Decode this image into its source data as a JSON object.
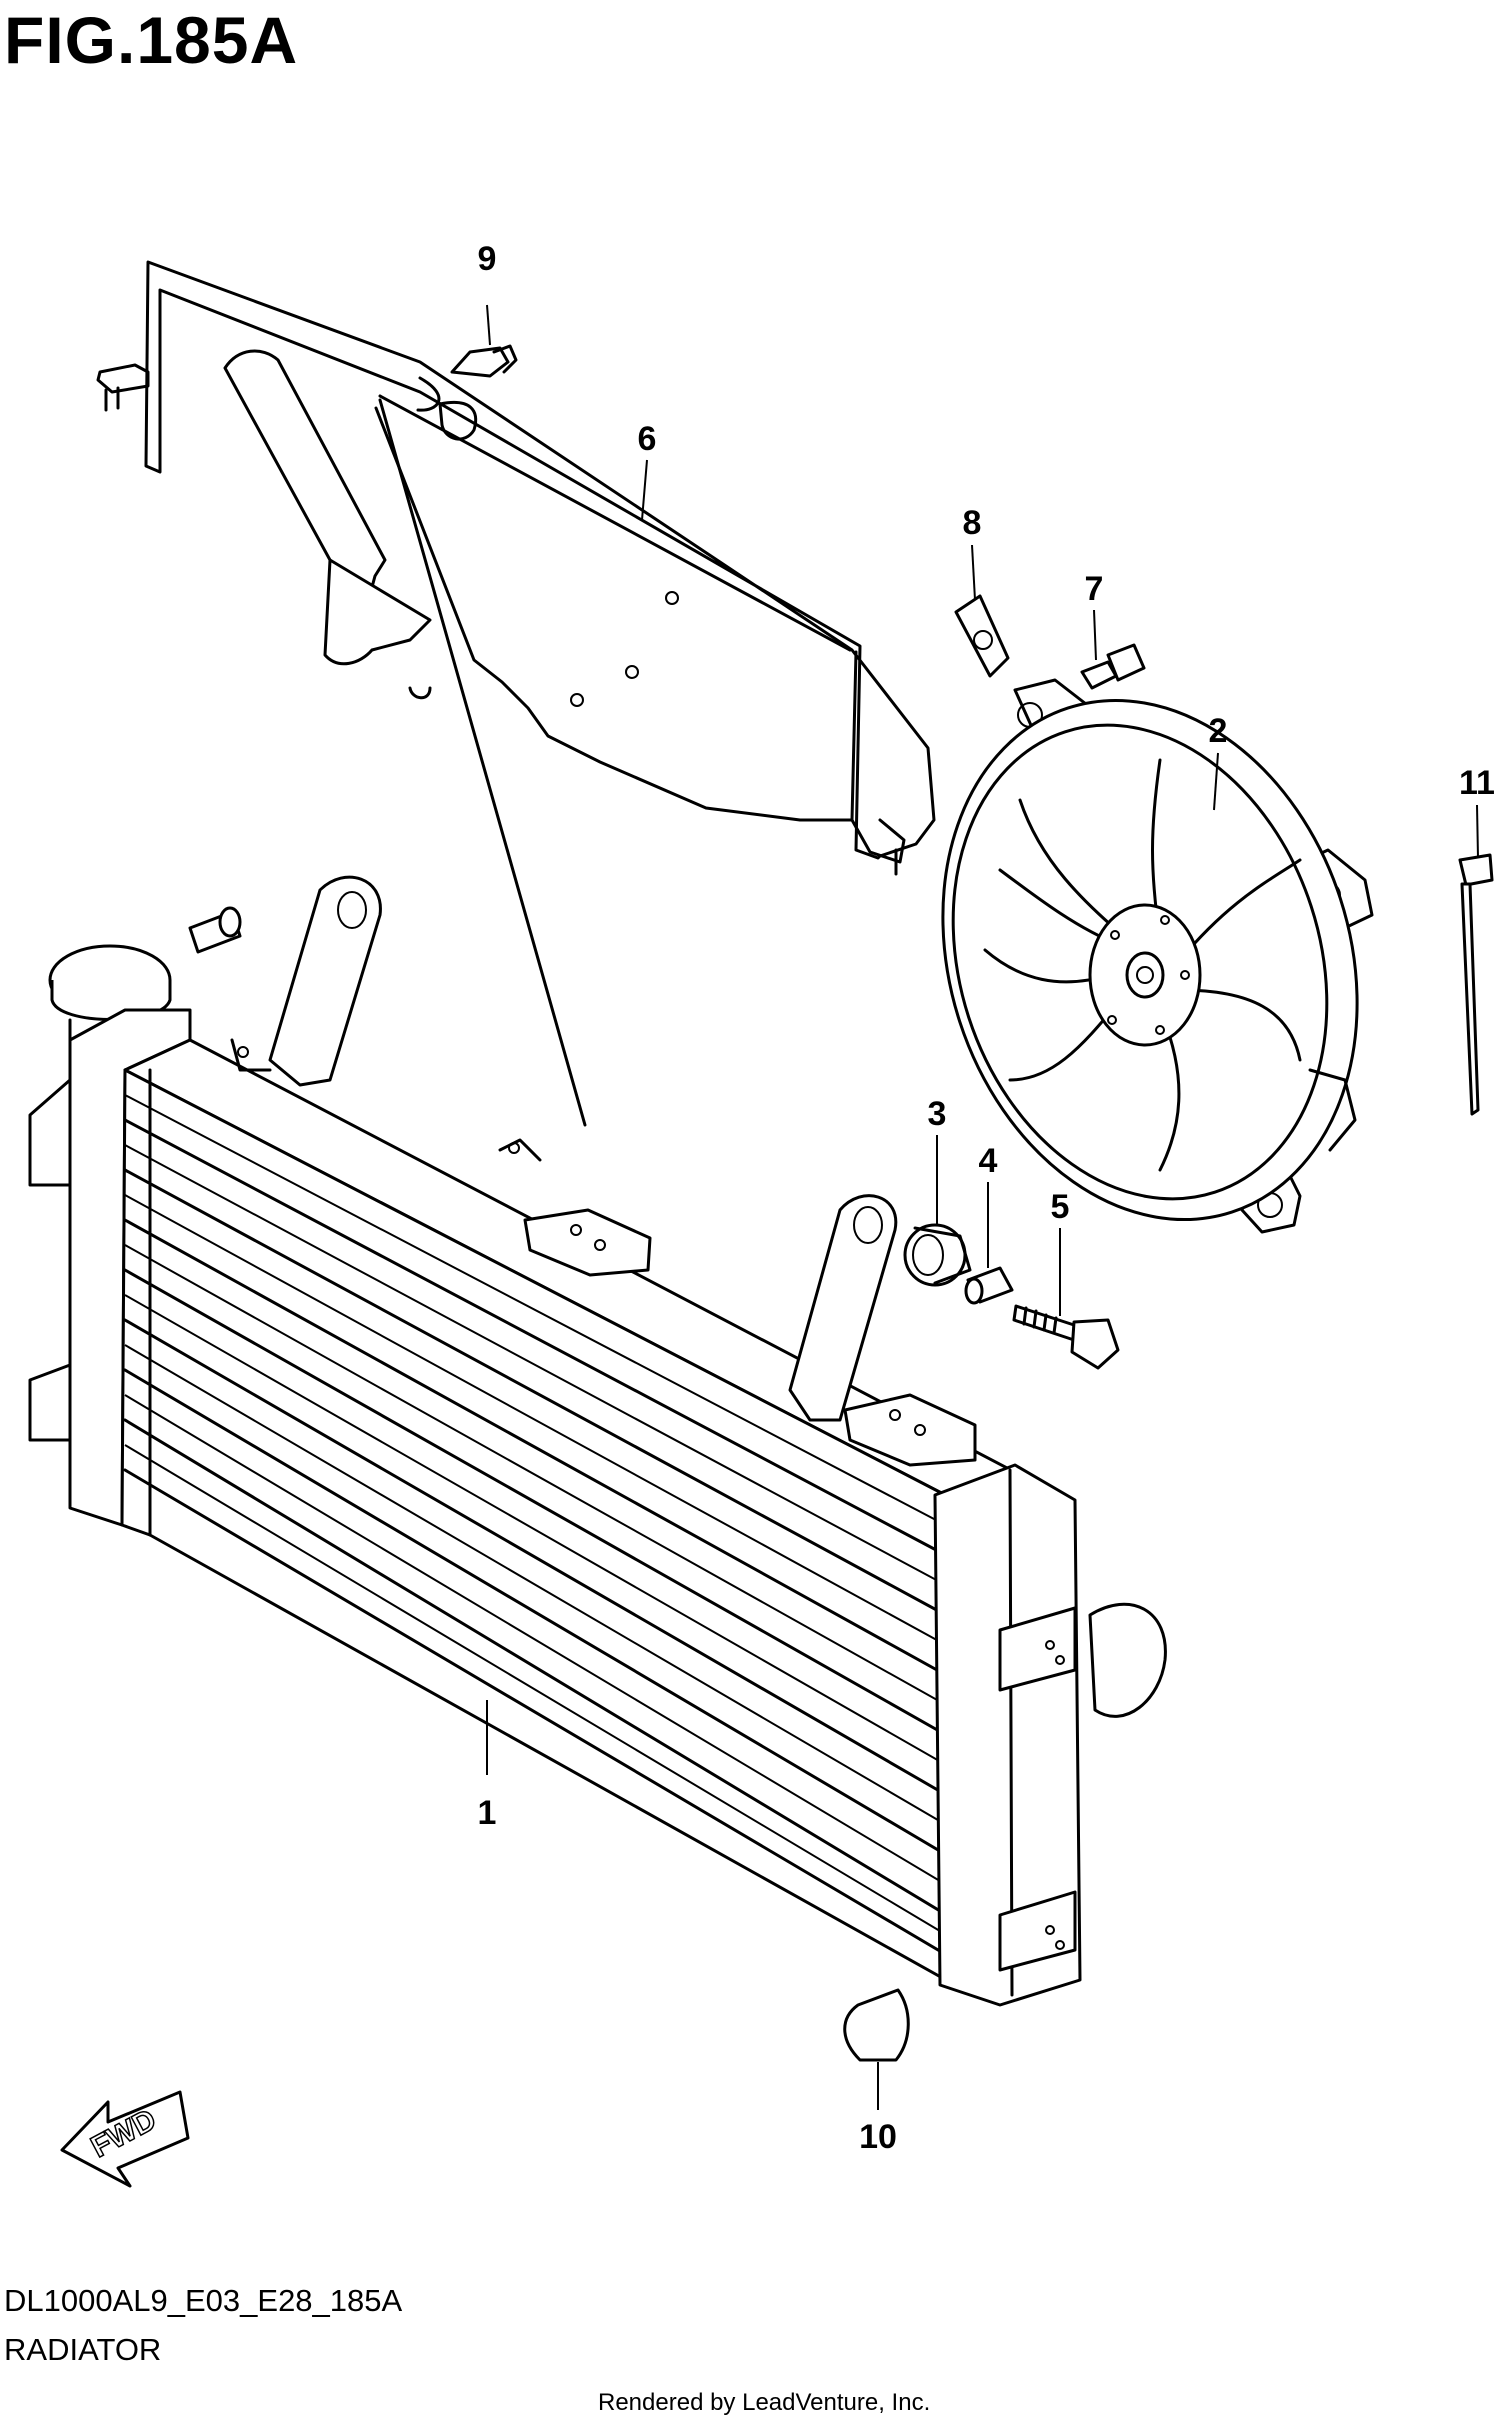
{
  "figure": {
    "title": "FIG.185A",
    "diagram_code": "DL1000AL9_E03_E28_185A",
    "section_name": "RADIATOR",
    "credit": "Rendered by LeadVenture, Inc.",
    "direction_marker": "FWD"
  },
  "callouts": [
    {
      "number": "1",
      "part": "radiator"
    },
    {
      "number": "2",
      "part": "cooling-fan"
    },
    {
      "number": "3",
      "part": "grommet"
    },
    {
      "number": "4",
      "part": "collar"
    },
    {
      "number": "5",
      "part": "bolt"
    },
    {
      "number": "6",
      "part": "cover"
    },
    {
      "number": "7",
      "part": "bolt"
    },
    {
      "number": "8",
      "part": "nut"
    },
    {
      "number": "9",
      "part": "cap"
    },
    {
      "number": "10",
      "part": "clip"
    },
    {
      "number": "11",
      "part": "clamp"
    }
  ]
}
